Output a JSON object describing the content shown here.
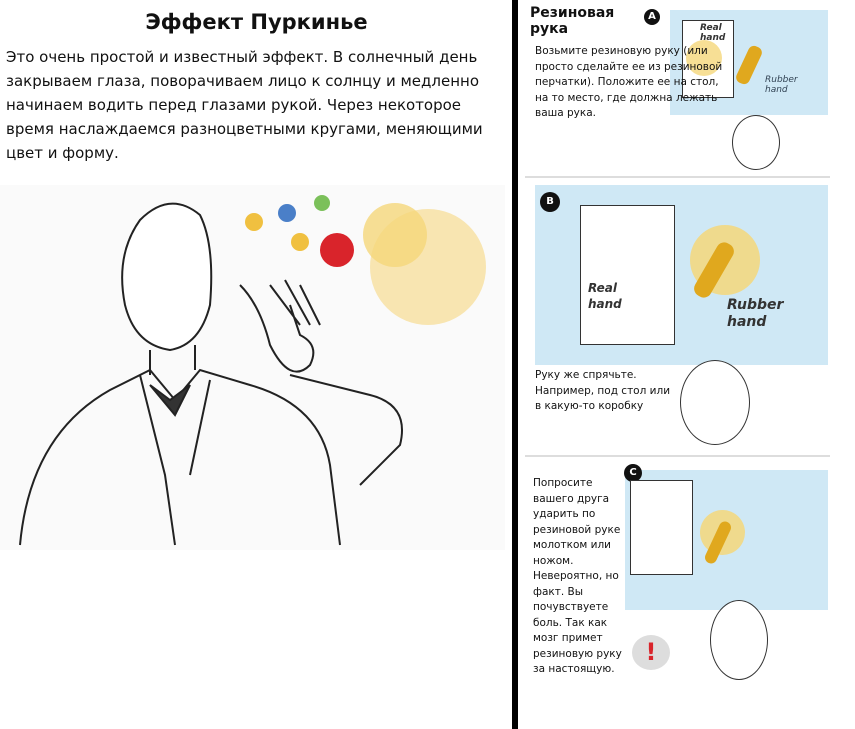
{
  "left": {
    "title": "Эффект Пуркинье",
    "intro": "Это очень простой и известный эффект. В солнечный день закрываем глаза, поворачиваем лицо к солнцу и медленно начинаем водить перед глазами рукой. Через некоторое время наслаждаемся разноцветными кругами, меняющими цвет и форму."
  },
  "right": {
    "heading": "Резиновая рука",
    "panel_a": {
      "badge": "A",
      "text": "Возьмите резиновую руку (или просто сделайте ее из резиновой перчатки). Положите ее на стол, на то место, где должна лежать ваша рука.",
      "real_label": "Real hand",
      "rubber_label": "Rubber hand"
    },
    "panel_b": {
      "badge": "B",
      "text": "Руку же спрячьте. Например, под стол или в какую-то коробку",
      "real_label": "Real hand",
      "rubber_label": "Rubber hand"
    },
    "panel_c": {
      "badge": "C",
      "text": "Попросите вашего друга ударить по резиновой руке молотком или ножом. Невероятно, но факт. Вы почувствуете боль. Так как мозг примет резиновую руку за настоящую.",
      "alert": "!"
    }
  },
  "colors": {
    "blue": "#cfe8f5",
    "yellow": "#f5d77a",
    "glove": "#e0a81e",
    "red": "#d9242b"
  }
}
